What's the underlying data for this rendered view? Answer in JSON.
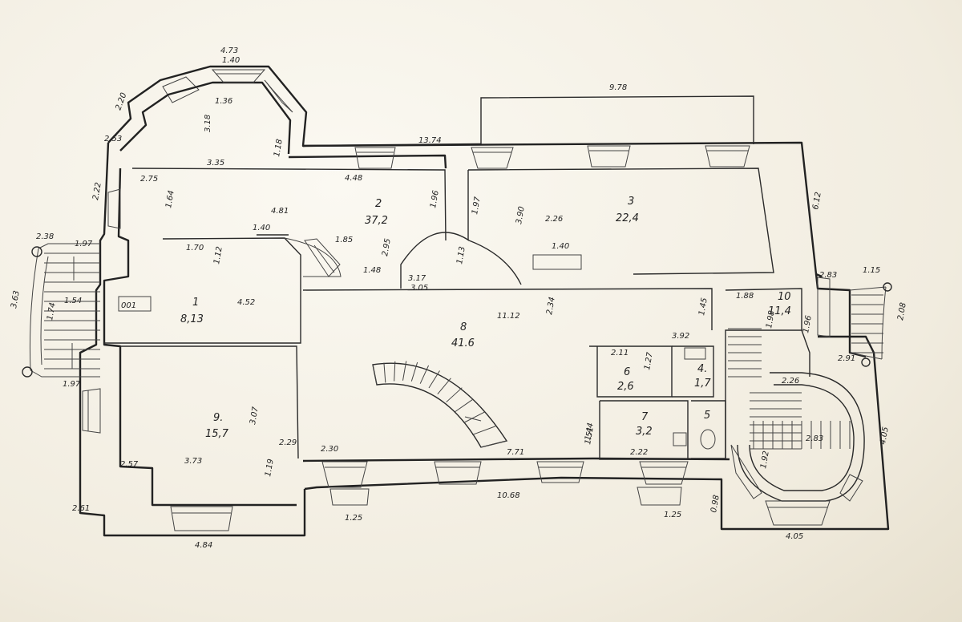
{
  "rooms": [
    {
      "id": "1",
      "number": "1",
      "area": "8,13"
    },
    {
      "id": "2",
      "number": "2",
      "area": "37,2"
    },
    {
      "id": "3",
      "number": "3",
      "area": "22,4"
    },
    {
      "id": "4",
      "number": "4.",
      "area": "1,7"
    },
    {
      "id": "5",
      "number": "5",
      "area": ""
    },
    {
      "id": "6",
      "number": "6",
      "area": "2,6"
    },
    {
      "id": "7",
      "number": "7",
      "area": "3,2"
    },
    {
      "id": "8",
      "number": "8",
      "area": "41.6"
    },
    {
      "id": "9",
      "number": "9.",
      "area": "15,7"
    },
    {
      "id": "10",
      "number": "10",
      "area": "11,4"
    }
  ],
  "dimensions": [
    {
      "id": "d1",
      "text": "4.73"
    },
    {
      "id": "d2",
      "text": "1.40"
    },
    {
      "id": "d3",
      "text": "1.36"
    },
    {
      "id": "d4",
      "text": "3.18"
    },
    {
      "id": "d5",
      "text": "3.35"
    },
    {
      "id": "d6",
      "text": "2.20"
    },
    {
      "id": "d7",
      "text": "2.53"
    },
    {
      "id": "d8",
      "text": "2.22"
    },
    {
      "id": "d9",
      "text": "2.75"
    },
    {
      "id": "d10",
      "text": "1.64"
    },
    {
      "id": "d11",
      "text": "1.18"
    },
    {
      "id": "d12",
      "text": "4.48"
    },
    {
      "id": "d13",
      "text": "13.74"
    },
    {
      "id": "d14",
      "text": "9.78"
    },
    {
      "id": "d15",
      "text": "4.81"
    },
    {
      "id": "d16",
      "text": "1.96"
    },
    {
      "id": "d17",
      "text": "1.97"
    },
    {
      "id": "d18",
      "text": "3.90"
    },
    {
      "id": "d19",
      "text": "2.26"
    },
    {
      "id": "d20",
      "text": "6.12"
    },
    {
      "id": "d21",
      "text": "1.40"
    },
    {
      "id": "d22",
      "text": "1.70"
    },
    {
      "id": "d23",
      "text": "1.12"
    },
    {
      "id": "d24",
      "text": "1.85"
    },
    {
      "id": "d25",
      "text": "2.95"
    },
    {
      "id": "d26",
      "text": "1.48"
    },
    {
      "id": "d27",
      "text": "3.17"
    },
    {
      "id": "d28",
      "text": "3.05"
    },
    {
      "id": "d29",
      "text": "1.13"
    },
    {
      "id": "d30",
      "text": "1.40"
    },
    {
      "id": "d31",
      "text": "2.38"
    },
    {
      "id": "d32",
      "text": "1.97"
    },
    {
      "id": "d33",
      "text": "1.54"
    },
    {
      "id": "d34",
      "text": "1.74"
    },
    {
      "id": "d35",
      "text": "3.63"
    },
    {
      "id": "d36",
      "text": "1.97"
    },
    {
      "id": "d37",
      "text": "4.52"
    },
    {
      "id": "d38",
      "text": "11.12"
    },
    {
      "id": "d39",
      "text": "2.34"
    },
    {
      "id": "d40",
      "text": "3.92"
    },
    {
      "id": "d41",
      "text": "1.45"
    },
    {
      "id": "d42",
      "text": "2.11"
    },
    {
      "id": "d43",
      "text": "1.88"
    },
    {
      "id": "d44",
      "text": "1.98"
    },
    {
      "id": "d45",
      "text": "1.96"
    },
    {
      "id": "d46",
      "text": "2.83"
    },
    {
      "id": "d47",
      "text": "1.15"
    },
    {
      "id": "d48",
      "text": "2.08"
    },
    {
      "id": "d49",
      "text": "2.91"
    },
    {
      "id": "d50",
      "text": "2.26"
    },
    {
      "id": "d51",
      "text": "3.07"
    },
    {
      "id": "d52",
      "text": "3.73"
    },
    {
      "id": "d53",
      "text": "2.57"
    },
    {
      "id": "d54",
      "text": "1.19"
    },
    {
      "id": "d55",
      "text": "2.30"
    },
    {
      "id": "d56",
      "text": "7.71"
    },
    {
      "id": "d57",
      "text": "1.51"
    },
    {
      "id": "d58",
      "text": "1.44"
    },
    {
      "id": "d59",
      "text": "2.22"
    },
    {
      "id": "d60",
      "text": "2.83"
    },
    {
      "id": "d61",
      "text": "1.92"
    },
    {
      "id": "d62",
      "text": "4.05"
    },
    {
      "id": "d63",
      "text": "10.68"
    },
    {
      "id": "d64",
      "text": "1.25"
    },
    {
      "id": "d65",
      "text": "4.84"
    },
    {
      "id": "d66",
      "text": "2.61"
    },
    {
      "id": "d67",
      "text": "0.98"
    },
    {
      "id": "d68",
      "text": "4.05"
    },
    {
      "id": "d69",
      "text": "2.29"
    },
    {
      "id": "d70",
      "text": "1.27"
    },
    {
      "id": "d71",
      "text": "1.25"
    }
  ],
  "labels": {
    "box_001": "001"
  }
}
